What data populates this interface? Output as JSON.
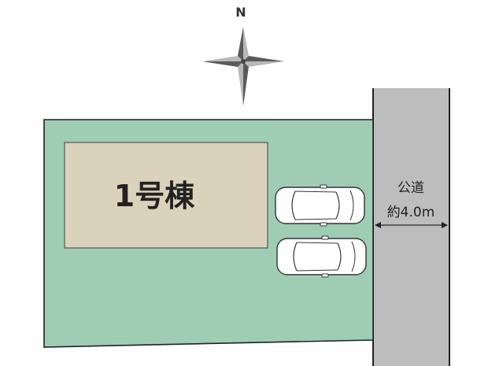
{
  "compass": {
    "north_label": "N",
    "icon": "compass-rose-icon"
  },
  "building": {
    "label": "1号棟"
  },
  "road": {
    "label_line1": "公道",
    "label_line2": "約4.0m"
  },
  "parking": [
    {
      "icon": "car-icon"
    },
    {
      "icon": "car-icon"
    }
  ],
  "colors": {
    "lot": "#9fcdb4",
    "building": "#dbd2bb",
    "road": "#bdbdbd",
    "outline": "#222222"
  }
}
